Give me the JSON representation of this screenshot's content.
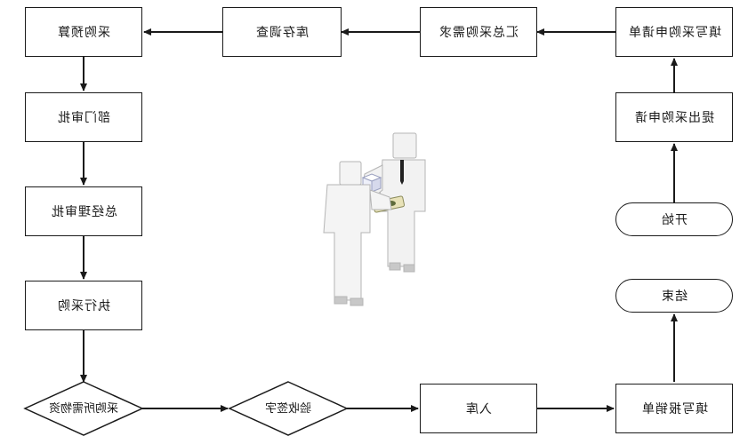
{
  "nodes": {
    "budget": "采购预算",
    "inventory": "库存调查",
    "summary": "汇总采购需求",
    "fill_request": "填写采购申请单",
    "dept_approval": "部门审批",
    "submit_request": "提出采购申请",
    "gm_approval": "总经理审批",
    "start": "开始",
    "execute": "执行采购",
    "end": "结束",
    "decision_needed": "采购所需物资",
    "inspect_sign": "验收签字",
    "warehouse": "入库",
    "reimburse": "填写报销单"
  },
  "colors": {
    "stroke": "#1a1a1a",
    "figure": "#f2f2f2",
    "figure_shade": "#c8c8c8"
  }
}
